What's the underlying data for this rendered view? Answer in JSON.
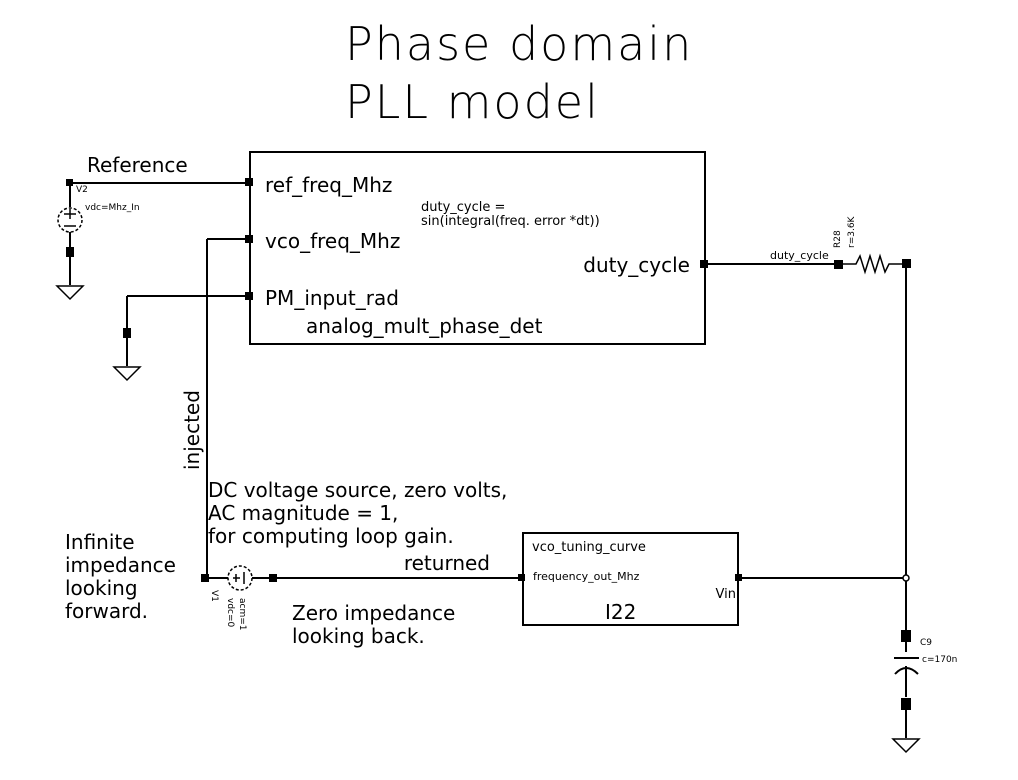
{
  "title": {
    "line1": "Phase domain",
    "line2": "PLL model"
  },
  "reference_source": {
    "net_label": "Reference",
    "instance": "V2",
    "param": "vdc=Mhz_In"
  },
  "phase_detector": {
    "cell_name": "analog_mult_phase_det",
    "pins": {
      "in1": "ref_freq_Mhz",
      "in2": "vco_freq_Mhz",
      "in3": "PM_input_rad",
      "out": "duty_cycle"
    },
    "equation": [
      "duty_cycle =",
      "sin(integral(freq. error *dt))"
    ]
  },
  "resistor": {
    "net_label": "duty_cycle",
    "instance": "R28",
    "param": "r=3.6K"
  },
  "capacitor": {
    "instance": "C9",
    "param": "c=170n"
  },
  "vco": {
    "cell_name": "vco_tuning_curve",
    "pin_in": "frequency_out_Mhz",
    "pin_out": "Vin",
    "instance": "I22"
  },
  "loop_source": {
    "instance": "V1",
    "params": [
      "vdc=0",
      "acm=1"
    ]
  },
  "nets": {
    "injected": "injected",
    "returned": "returned"
  },
  "notes": {
    "dc_source": [
      "DC voltage source, zero volts,",
      "AC magnitude = 1,",
      "for computing loop gain."
    ],
    "infinite": [
      "Infinite",
      "impedance",
      "looking",
      "forward."
    ],
    "zero": [
      "Zero impedance",
      "looking back."
    ]
  }
}
